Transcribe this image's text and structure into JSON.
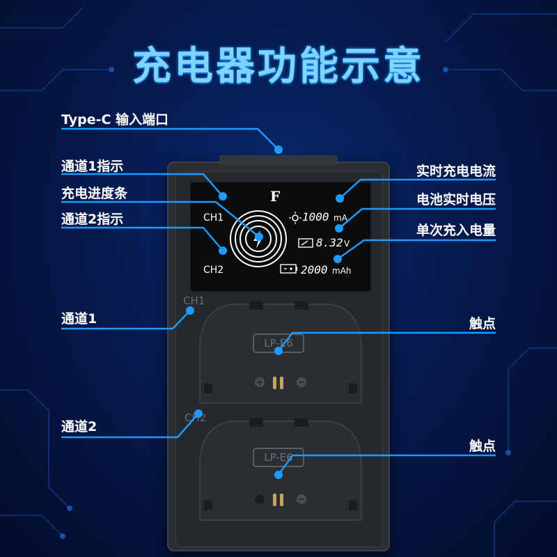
{
  "title": "充电器功能示意",
  "callouts_left": {
    "type_c": "Type-C 输入端口",
    "ch1_indicator": "通道1指示",
    "progress_bar": "充电进度条",
    "ch2_indicator": "通道2指示",
    "channel1": "通道1",
    "channel2": "通道2"
  },
  "callouts_right": {
    "current": "实时充电电流",
    "voltage": "电池实时电压",
    "capacity": "单次充入电量",
    "contacts_1": "触点",
    "contacts_2": "触点"
  },
  "lcd": {
    "logo": "F",
    "ch1": "CH1",
    "ch2": "CH2",
    "current_value": "1000",
    "current_unit": "mA",
    "voltage_value": "8.32",
    "voltage_unit": "V",
    "capacity_value": "2000",
    "capacity_unit": "mAh"
  },
  "device": {
    "slot1_label": "CH1",
    "slot2_label": "CH2",
    "battery1": "LP-E6",
    "battery2": "LP-E6"
  },
  "colors": {
    "accent": "#1e9bff",
    "title": "#7fd4ff",
    "background": "#061a4e"
  }
}
